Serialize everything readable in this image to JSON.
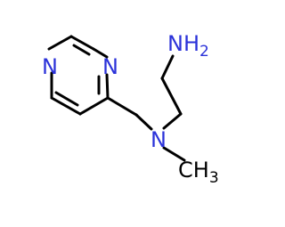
{
  "molecule": {
    "atoms": {
      "n_left": "N",
      "n_right": "N",
      "n_amine": "N",
      "nh2_main": "NH",
      "nh2_sub": "2",
      "ch3_main": "CH",
      "ch3_sub": "3"
    }
  },
  "colors": {
    "nitrogen": "#2b32d9",
    "bond": "#000000",
    "background": "#ffffff"
  }
}
